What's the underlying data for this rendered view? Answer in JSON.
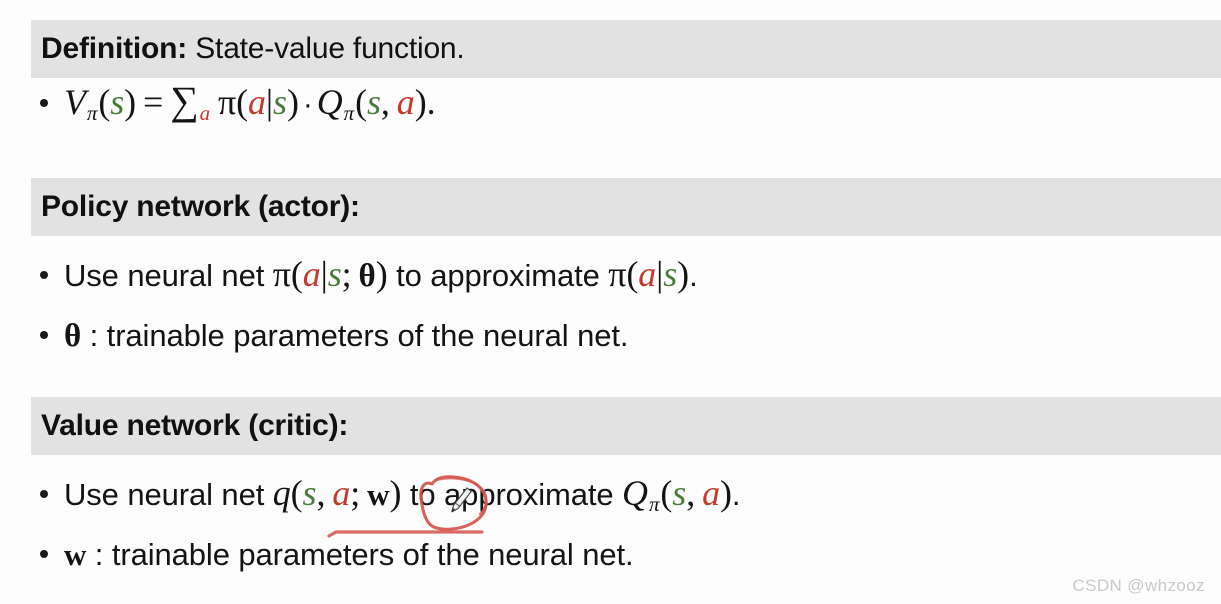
{
  "slide": {
    "background": "#fdfdfd",
    "band_background": "#e2e2e2",
    "state_color": "#4b7d3a",
    "action_color": "#c23b2e",
    "annotation_color": "#d4564c"
  },
  "sections": {
    "definition": {
      "label_bold": "Definition:",
      "label_rest": " State-value function.",
      "formula": {
        "lhs_symbol": "V",
        "lhs_subscript": "π",
        "lhs_arg": "s",
        "equals": "=",
        "sum_symbol": "∑",
        "sum_index": "a",
        "policy_symbol": "π",
        "policy_action": "a",
        "policy_bar": "|",
        "policy_state": "s",
        "dot": "·",
        "q_symbol": "Q",
        "q_subscript": "π",
        "q_state": "s",
        "q_comma": ",",
        "q_action": "a",
        "period": ".",
        "plain": "Vπ(s) = ∑a π(a|s) · Qπ(s, a)."
      }
    },
    "policy_network": {
      "heading": "Policy network (actor):",
      "bullets": [
        {
          "prefix": "Use neural net ",
          "symbol": "π",
          "arg_action": "a",
          "bar": "|",
          "arg_state": "s",
          "semicolon": ";",
          "param": "θ",
          "middle": " to approximate ",
          "tail_symbol": "π",
          "tail_action": "a",
          "tail_state": "s",
          "period": ".",
          "plain": "Use neural net π(a|s; θ) to approximate π(a|s)."
        },
        {
          "param": "θ",
          "text": " : trainable parameters of the neural net.",
          "plain": "θ : trainable parameters of the neural net."
        }
      ]
    },
    "value_network": {
      "heading": "Value network (critic):",
      "bullets": [
        {
          "prefix": "Use neural net ",
          "symbol": "q",
          "arg_state": "s",
          "comma": ",",
          "arg_action": "a",
          "semicolon": ";",
          "param": "w",
          "middle": " to approximate ",
          "tail_symbol": "Q",
          "tail_subscript": "π",
          "tail_state": "s",
          "tail_comma": ",",
          "tail_action": "a",
          "period": ".",
          "plain": "Use neural net q(s, a; w) to approximate Qπ(s, a)."
        },
        {
          "param": "w",
          "text": " : trainable parameters of the neural net.",
          "plain": "w : trainable parameters of the neural net."
        }
      ]
    }
  },
  "annotation": {
    "type": "ink-circle-and-underline",
    "target": "w",
    "color": "#d4564c",
    "cursor": "pen-cursor"
  },
  "watermark": {
    "text": "CSDN @whzooz"
  }
}
